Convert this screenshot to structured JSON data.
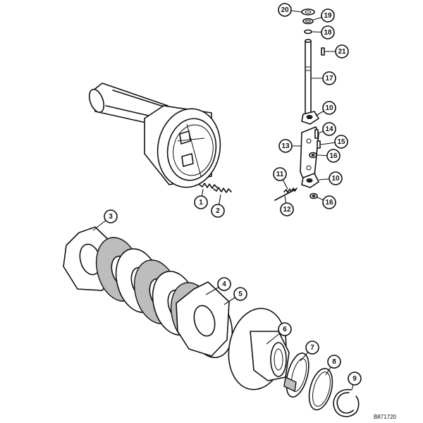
{
  "callouts": [
    {
      "id": "1",
      "label": "1"
    },
    {
      "id": "2",
      "label": "2"
    },
    {
      "id": "3",
      "label": "3"
    },
    {
      "id": "4",
      "label": "4"
    },
    {
      "id": "5",
      "label": "5"
    },
    {
      "id": "6",
      "label": "6"
    },
    {
      "id": "7",
      "label": "7"
    },
    {
      "id": "8",
      "label": "8"
    },
    {
      "id": "9",
      "label": "9"
    },
    {
      "id": "10a",
      "label": "10"
    },
    {
      "id": "10b",
      "label": "10"
    },
    {
      "id": "11",
      "label": "11"
    },
    {
      "id": "12",
      "label": "12"
    },
    {
      "id": "13",
      "label": "13"
    },
    {
      "id": "14",
      "label": "14"
    },
    {
      "id": "15",
      "label": "15"
    },
    {
      "id": "16a",
      "label": "16"
    },
    {
      "id": "16b",
      "label": "16"
    },
    {
      "id": "17",
      "label": "17"
    },
    {
      "id": "18",
      "label": "18"
    },
    {
      "id": "19",
      "label": "19"
    },
    {
      "id": "20",
      "label": "20"
    },
    {
      "id": "21",
      "label": "21"
    }
  ],
  "drawing_code": "B871720"
}
